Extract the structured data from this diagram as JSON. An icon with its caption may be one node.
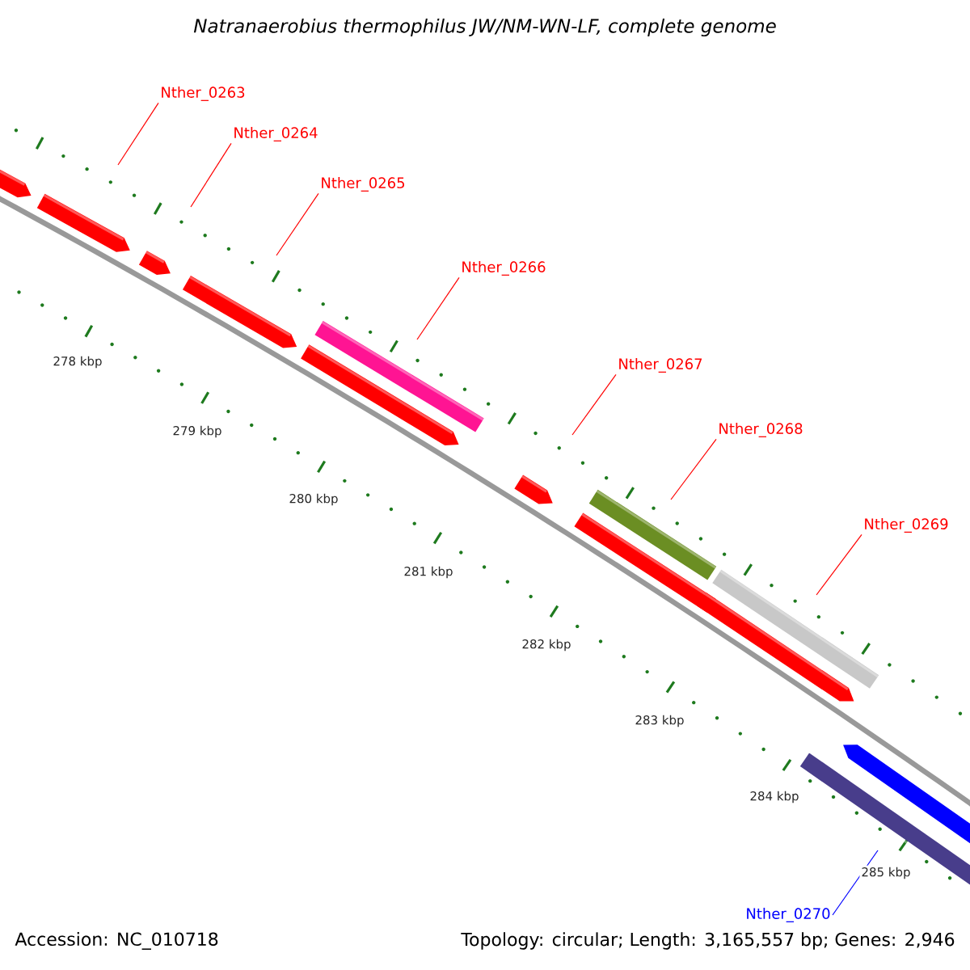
{
  "diagram": {
    "title": "Natranaerobius thermophilus JW/NM-WN-LF, complete genome",
    "nodes": [
      {
        "text": [
          "Nther_0263"
        ]
      },
      {
        "text": [
          "Nther_0264"
        ]
      },
      {
        "text": [
          "Nther_0265"
        ]
      },
      {
        "text": [
          "Nther_0266"
        ]
      },
      {
        "text": [
          "Nther_0267"
        ]
      },
      {
        "text": [
          "Nther_0268"
        ]
      },
      {
        "text": [
          "Nther_0269"
        ]
      },
      {
        "text": [
          "Nther_0270"
        ]
      }
    ],
    "edges": [
      {
        "from": 0,
        "to": null,
        "arrow": "none"
      },
      {
        "from": 1,
        "to": null,
        "arrow": "none"
      },
      {
        "from": 2,
        "to": null,
        "arrow": "none"
      },
      {
        "from": 3,
        "to": null,
        "arrow": "none"
      },
      {
        "from": 4,
        "to": null,
        "arrow": "none"
      },
      {
        "from": 5,
        "to": null,
        "arrow": "none"
      },
      {
        "from": 6,
        "to": null,
        "arrow": "none"
      },
      {
        "from": 7,
        "to": null,
        "arrow": "none",
        "color": "#0000ff"
      }
    ],
    "labels": [
      "278 kbp",
      "279 kbp",
      "280 kbp",
      "281 kbp",
      "282 kbp",
      "283 kbp",
      "284 kbp",
      "285 kbp",
      "Accession: NC_010718",
      "Topology: circular; Length: 3,165,557 bp; Genes: 2,946"
    ]
  }
}
